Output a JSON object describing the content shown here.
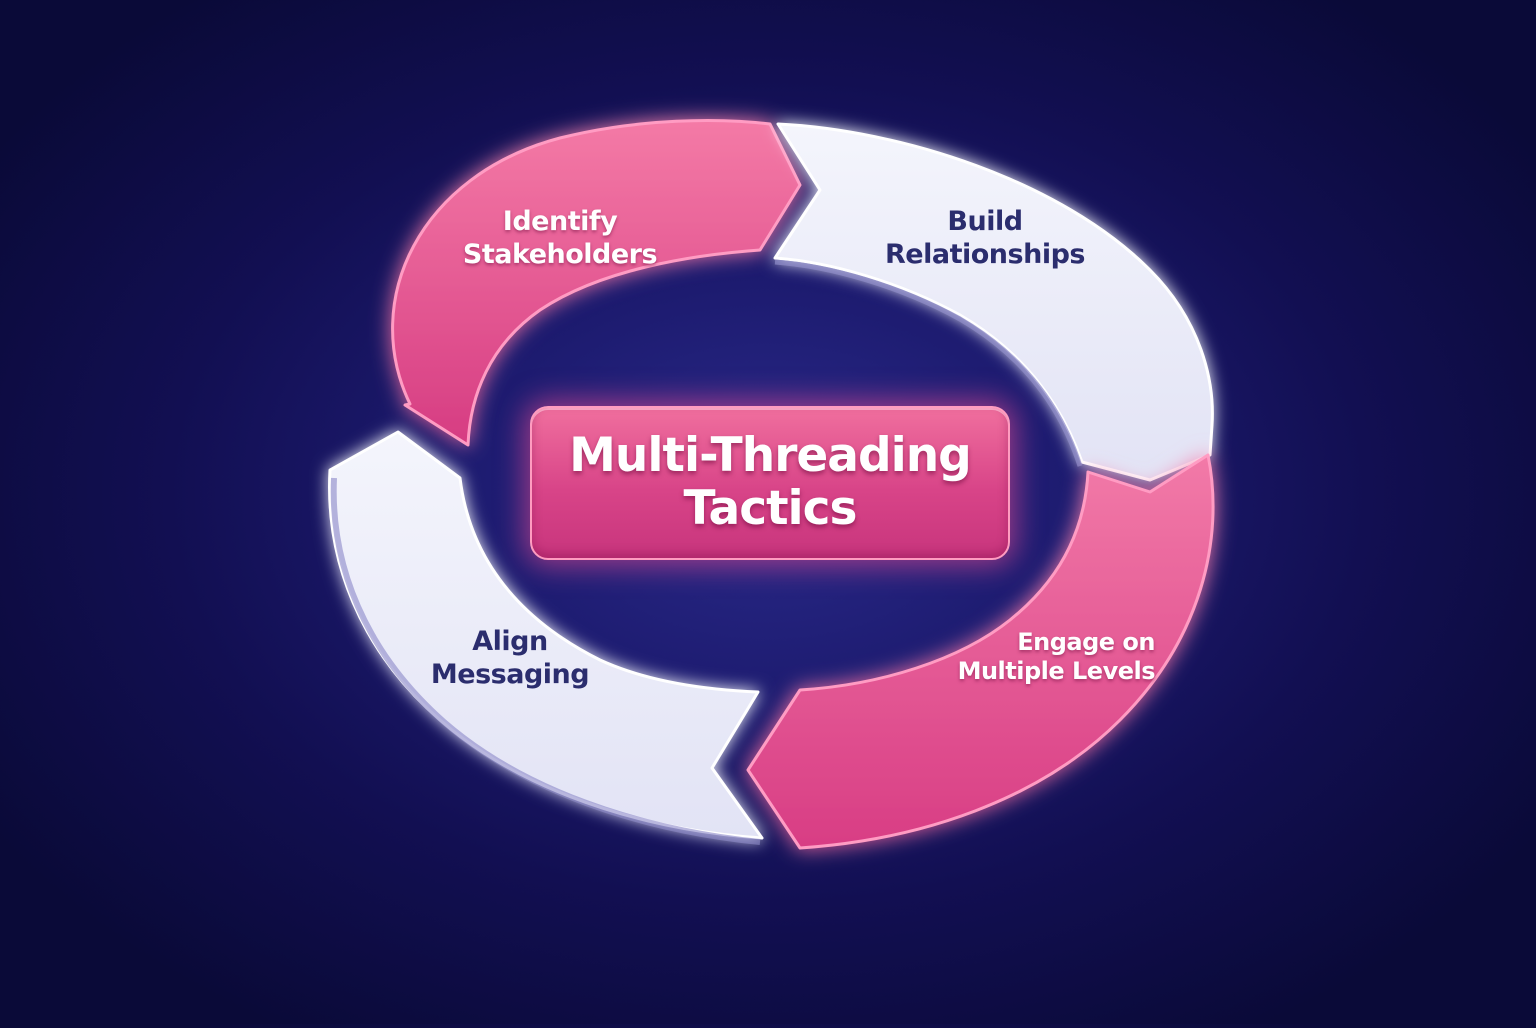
{
  "diagram": {
    "type": "cycle",
    "title": {
      "line1": "Multi-Threading",
      "line2": "Tactics"
    },
    "segments": [
      {
        "position": "top-left",
        "line1": "Identify",
        "line2": "Stakeholders",
        "fill": "#e8508c",
        "text_color": "#ffffff"
      },
      {
        "position": "top-right",
        "line1": "Build",
        "line2": "Relationships",
        "fill": "#eceefa",
        "text_color": "#2b2d6e"
      },
      {
        "position": "bottom-right",
        "line1": "Engage on",
        "line2": "Multiple Levels",
        "fill": "#e8508c",
        "text_color": "#ffffff"
      },
      {
        "position": "bottom-left",
        "line1": "Align",
        "line2": "Messaging",
        "fill": "#eceefa",
        "text_color": "#2b2d6e"
      }
    ],
    "flow_direction": "clockwise"
  },
  "colors": {
    "background_center": "#2a2a8a",
    "background_edge": "#0a0a38",
    "pink": "#e8508c",
    "pink_glow": "#ff4f9a",
    "white_segment": "#eceefa",
    "dark_text": "#2b2d6e"
  }
}
